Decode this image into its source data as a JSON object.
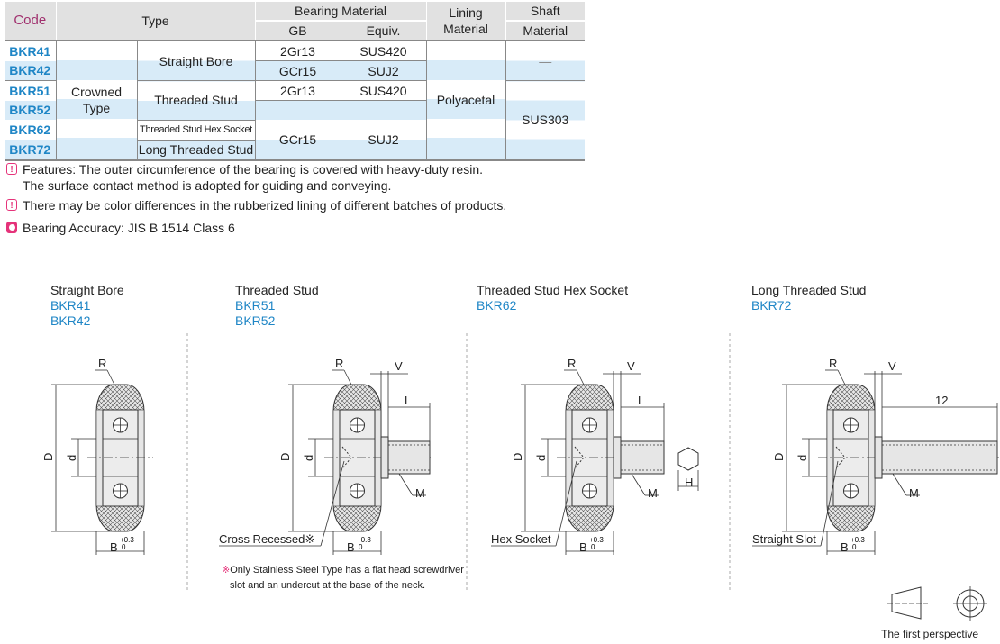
{
  "table": {
    "headers": {
      "code": "Code",
      "type": "Type",
      "bearing_material": "Bearing Material",
      "gb": "GB",
      "equiv": "Equiv.",
      "lining": "Lining Material",
      "shaft": "Shaft",
      "shaft2": "Material"
    },
    "group_type": "Crowned Type",
    "lining": "Polyacetal",
    "rows": [
      {
        "code": "BKR41",
        "type": "Straight Bore",
        "gb": "2Gr13",
        "equiv": "SUS420",
        "shaft": "—"
      },
      {
        "code": "BKR42",
        "type": "",
        "gb": "GCr15",
        "equiv": "SUJ2",
        "shaft": ""
      },
      {
        "code": "BKR51",
        "type": "Threaded Stud",
        "gb": "2Gr13",
        "equiv": "SUS420",
        "shaft": "SUS303"
      },
      {
        "code": "BKR52",
        "type": "",
        "gb": "",
        "equiv": "",
        "shaft": ""
      },
      {
        "code": "BKR62",
        "type": "Threaded Stud Hex Socket",
        "gb": "GCr15",
        "equiv": "SUJ2",
        "shaft": ""
      },
      {
        "code": "BKR72",
        "type": "Long Threaded Stud",
        "gb": "",
        "equiv": "",
        "shaft": ""
      }
    ]
  },
  "notes": [
    {
      "icon": "warning-icon",
      "text": "Features: The outer circumference of the bearing is covered with heavy-duty resin.",
      "text2": "The surface contact method is adopted for guiding and conveying."
    },
    {
      "icon": "warning-icon",
      "text": "There may be color differences in the rubberized lining of different batches of products."
    },
    {
      "icon": "circle-icon",
      "text": "Bearing Accuracy:  JIS B 1514 Class 6"
    }
  ],
  "drawings": [
    {
      "title": "Straight Bore",
      "codes": [
        "BKR41",
        "BKR42"
      ]
    },
    {
      "title": "Threaded Stud",
      "codes": [
        "BKR51",
        "BKR52"
      ],
      "callout": "Cross Recessed※"
    },
    {
      "title": "Threaded Stud Hex Socket",
      "codes": [
        "BKR62"
      ],
      "callout": "Hex Socket"
    },
    {
      "title": "Long Threaded Stud",
      "codes": [
        "BKR72"
      ],
      "callout": "Straight Slot",
      "stud_len": "12"
    }
  ],
  "dims": {
    "R": "R",
    "D": "D",
    "d": "d",
    "V": "V",
    "L": "L",
    "M": "M",
    "H": "H",
    "B": "B",
    "tol_up": "+0.3",
    "tol_lo": "0"
  },
  "footnote": {
    "mark": "※",
    "line1": "Only Stainless Steel Type has a flat head screwdriver",
    "line2": "slot and an undercut at the base of the neck."
  },
  "projection_label": "The first perspective",
  "colors": {
    "code_blue": "#1f86c6",
    "accent_pink": "#e5337a",
    "row_shade": "#d8ebf8",
    "header_gray": "#e1e1e1"
  }
}
